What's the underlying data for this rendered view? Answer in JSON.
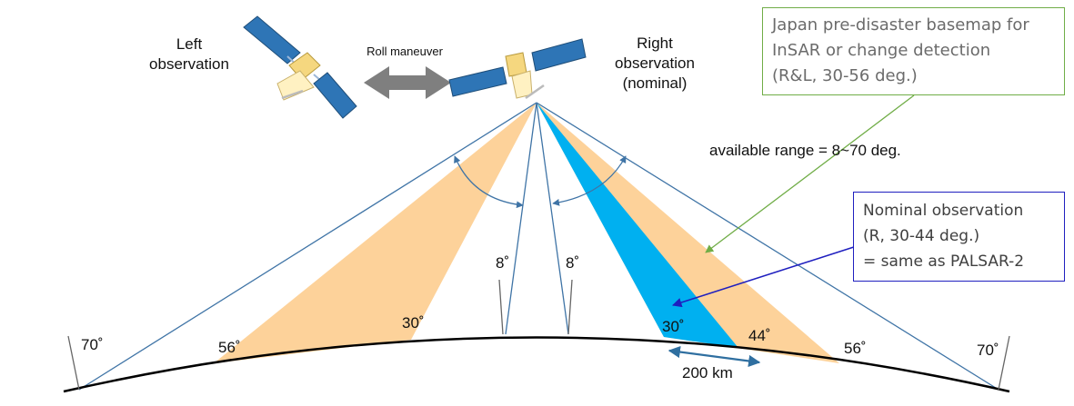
{
  "labels": {
    "left_observation": "Left\nobservation",
    "roll_maneuver": "Roll maneuver",
    "right_observation": "Right\nobservation\n(nominal)",
    "available_range": "available range = 8~70 deg.",
    "angle_8_left": "8˚",
    "angle_8_right": "8˚",
    "angle_70_left": "70˚",
    "angle_70_right": "70˚",
    "angle_56_left": "56˚",
    "angle_56_right": "56˚",
    "angle_30_left": "30˚",
    "angle_30_right": "30˚",
    "angle_44": "44˚",
    "swath_width": "200 km"
  },
  "callouts": {
    "japan_basemap": {
      "text": "Japan pre-disaster basemap for\nInSAR or change detection\n(R&L, 30-56 deg.)",
      "border_color": "#70ad47"
    },
    "nominal": {
      "text": "Nominal observation\n(R, 30-44 deg.)\n= same as PALSAR-2",
      "border_color": "#1f1fbf"
    }
  },
  "colors": {
    "swath_orange": "#fdd29a",
    "swath_blue": "#00b0f0",
    "rays": "#3f74a6",
    "ground": "#000000",
    "roll_arrow": "#7f7f7f",
    "solar_panel": "#2e75b6",
    "satellite_body": "#f5d77f",
    "japan_arrow": "#70ad47",
    "nominal_arrow": "#1f1fbf",
    "swath_arrow": "#2f6fa0"
  }
}
